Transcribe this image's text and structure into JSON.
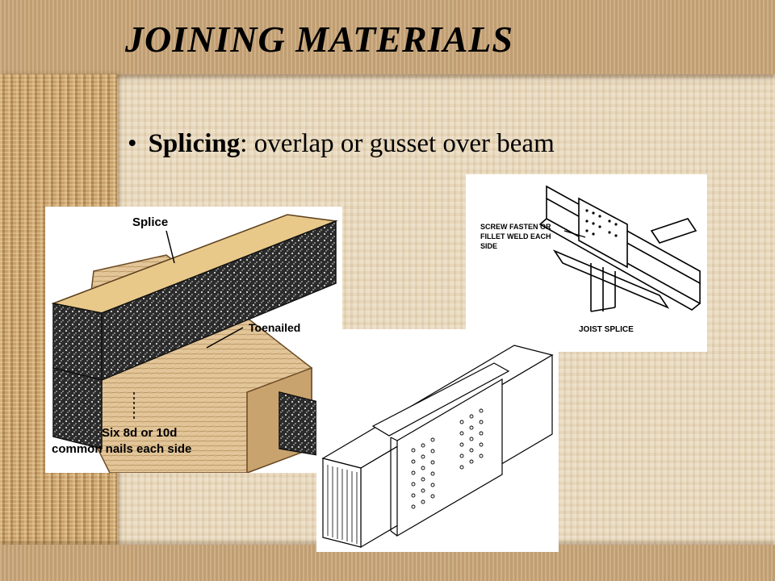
{
  "slide": {
    "title": "JOINING MATERIALS",
    "bullet": {
      "symbol": "•",
      "term": "Splicing",
      "separator": ":",
      "text": " overlap or gusset over beam"
    }
  },
  "figures": {
    "wood_splice": {
      "label_splice": "Splice",
      "label_toenailed": "Toenailed",
      "label_nails_line1": "Six 8d or 10d",
      "label_nails_line2": "common nails each side"
    },
    "joist_splice": {
      "note_line1": "SCREW FASTEN OR",
      "note_line2": "FILLET WELD EACH",
      "note_line3": "SIDE",
      "caption": "JOIST SPLICE"
    },
    "tube_splice": {}
  },
  "colors": {
    "background": "#e7d6b8",
    "band": "#c9a77a",
    "left_strip": "#c8a16b",
    "text": "#000000"
  }
}
